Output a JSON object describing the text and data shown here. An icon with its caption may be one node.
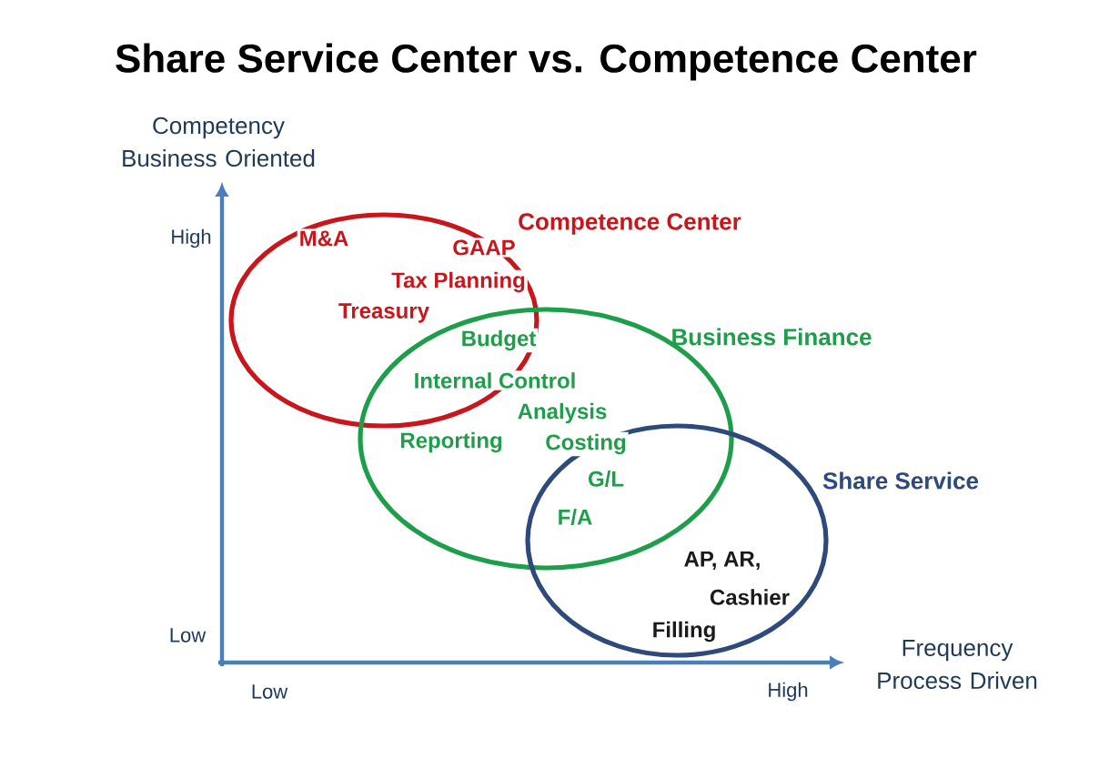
{
  "diagram": {
    "title": "Share Service Center vs. Competence Center",
    "nodes": [
      {
        "text": [
          "Competence Center"
        ]
      },
      {
        "text": [
          "Business Finance"
        ]
      },
      {
        "text": [
          "Share Service"
        ]
      }
    ],
    "labels": [
      "Competency Business Oriented",
      "High",
      "M&A",
      "GAAP",
      "Tax Planning",
      "Treasury",
      "Budget",
      "Internal Control",
      "Analysis",
      "Reporting",
      "Costing",
      "G/L",
      "F/A",
      "AP, AR,",
      "Cashier",
      "Filling",
      "Low",
      "Frequency Process Driven",
      "Low",
      "High"
    ]
  }
}
